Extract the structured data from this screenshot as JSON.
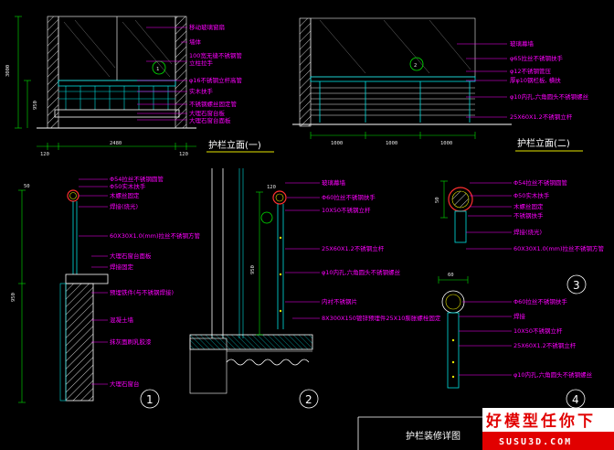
{
  "views": {
    "elevation1": {
      "title": "护栏立面(一)",
      "callout": "1",
      "labels": [
        "移动玻璃窗扇",
        "墙体",
        "100宽无缝不锈钢管",
        "立柱拉手",
        "φ16不锈钢立杆高管",
        "实木扶手",
        "不锈钢螺丝固定管",
        "大理石窗台板",
        "大理石窗台面板"
      ],
      "dims": {
        "height1": "3000",
        "height2": "950",
        "width": "2480",
        "inner": "950",
        "ext1": "120",
        "ext2": "120"
      }
    },
    "elevation2": {
      "title": "护栏立面(二)",
      "callout": "2",
      "labels": [
        "玻璃幕墙",
        "φ65拉丝不锈钢扶手",
        "φ12不锈钢管压",
        "厚φ10钢栏板, 横扶",
        "φ10内孔,六角圆头不锈钢螺丝",
        "25X60X1.2不锈钢立杆"
      ],
      "dims": {
        "w1": "1000",
        "w2": "1000",
        "w3": "1000"
      }
    },
    "section1": {
      "callout": "1",
      "labels": [
        "Φ54拉丝不锈钢圆管",
        "Φ50实木扶手",
        "木螺丝固定",
        "焊接(烧光)",
        "60X30X1.0(mm)拉丝不锈钢方管",
        "大理石窗台面板",
        "焊接固定",
        "预埋铁件(与不锈钢焊接)",
        "混凝土墙",
        "抹灰面刷乳胶漆",
        "大理石窗台"
      ],
      "dims": {
        "h": "950",
        "top": "50"
      }
    },
    "section2": {
      "callout": "2",
      "labels": [
        "玻璃幕墙",
        "Φ60拉丝不锈钢扶手",
        "10X50不锈钢立杆",
        "25X60X1.2不锈钢立杆",
        "φ10内孔,六角圆头不锈钢螺丝",
        "内衬不锈钢片",
        "8X300X150镀锌预埋件25X10膨胀螺栓固定"
      ],
      "dims": {
        "h": "950",
        "w": "120"
      }
    },
    "detail3": {
      "callout": "3",
      "labels": [
        "Φ54拉丝不锈钢圆管",
        "Φ50实木扶手",
        "木螺丝固定",
        "不锈钢扶手",
        "焊接(烧光)",
        "60X30X1.0(mm)拉丝不锈钢方管"
      ],
      "dims": {
        "d": "50"
      }
    },
    "detail4": {
      "callout": "4",
      "labels": [
        "Φ60拉丝不锈钢扶手",
        "焊接",
        "10X50不锈钢立杆",
        "25X60X1.2不锈钢立杆",
        "φ10内孔,六角圆头不锈钢螺丝"
      ],
      "dims": {
        "d": "60"
      }
    }
  },
  "title_block": {
    "title": "护栏装修详图"
  },
  "watermark": {
    "line1": "好模型任你下",
    "line2": "SUSU3D.COM"
  },
  "colors": {
    "line": "#ffffff",
    "label": "#ff00ff",
    "green": "#00e600",
    "cyan": "#00e0e0",
    "yellow": "#e6e600",
    "red": "#e60000",
    "bg": "#000000"
  }
}
